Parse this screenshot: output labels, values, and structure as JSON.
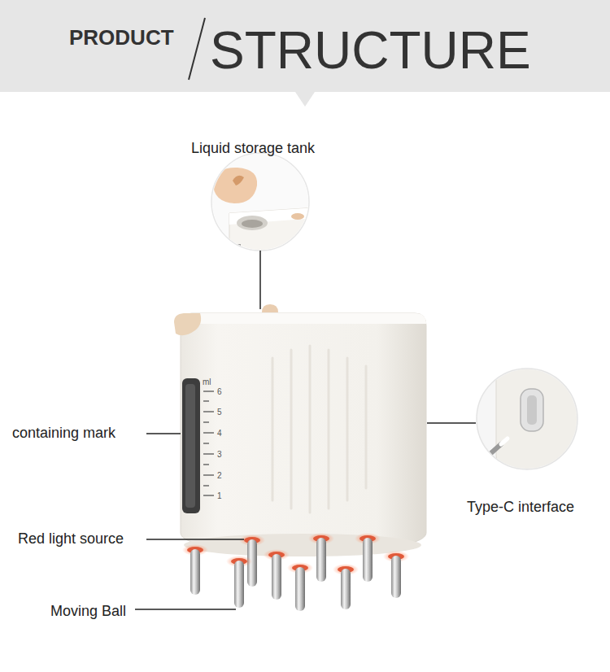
{
  "diagram": {
    "title": "STRUCTURE",
    "labels": [
      "PRODUCT",
      "Liquid storage tank",
      "ml",
      "6",
      "5",
      "4",
      "3",
      "2",
      "1",
      "containing mark",
      "Type-C interface",
      "Red light source",
      "Moving Ball"
    ]
  }
}
